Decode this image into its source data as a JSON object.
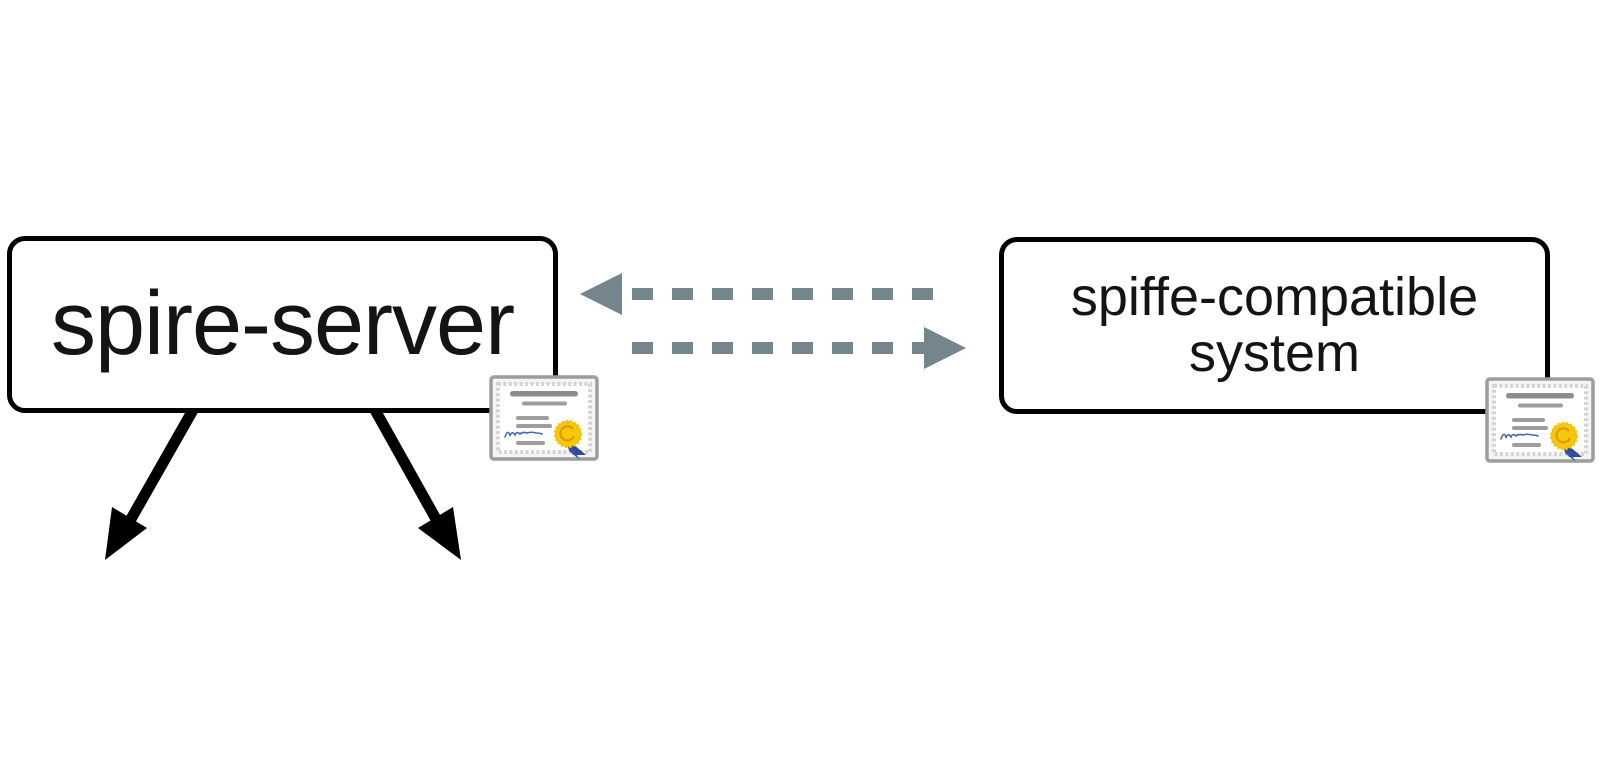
{
  "diagram": {
    "background": "#ffffff",
    "nodes": {
      "spire_server": {
        "label": "spire-server",
        "badge_icon": "certificate-icon"
      },
      "spiffe_system": {
        "label": "spiffe-compatible system",
        "lines": [
          "spiffe-compatible",
          "system"
        ],
        "badge_icon": "certificate-icon"
      }
    },
    "arrows": {
      "dashed_to_left": {
        "style": "dashed",
        "color": "#74858c",
        "from": "spiffe-compatible system",
        "to": "spire-server"
      },
      "dashed_to_right": {
        "style": "dashed",
        "color": "#74858c",
        "from": "spire-server",
        "to": "spiffe-compatible system"
      },
      "solid_down_left": {
        "style": "solid",
        "color": "#000000",
        "from": "spire-server"
      },
      "solid_down_right": {
        "style": "solid",
        "color": "#000000",
        "from": "spire-server"
      }
    },
    "colors": {
      "box_border": "#000000",
      "label_text": "#141414",
      "dashed_arrow": "#74858c",
      "solid_arrow": "#000000",
      "cert_frame": "#9c9c9c",
      "cert_lines": "#9d9d9d",
      "cert_seal_gold": "#f7c70c",
      "cert_ribbon_blue": "#2c4a99",
      "cert_signature_blue": "#4668b4"
    }
  }
}
